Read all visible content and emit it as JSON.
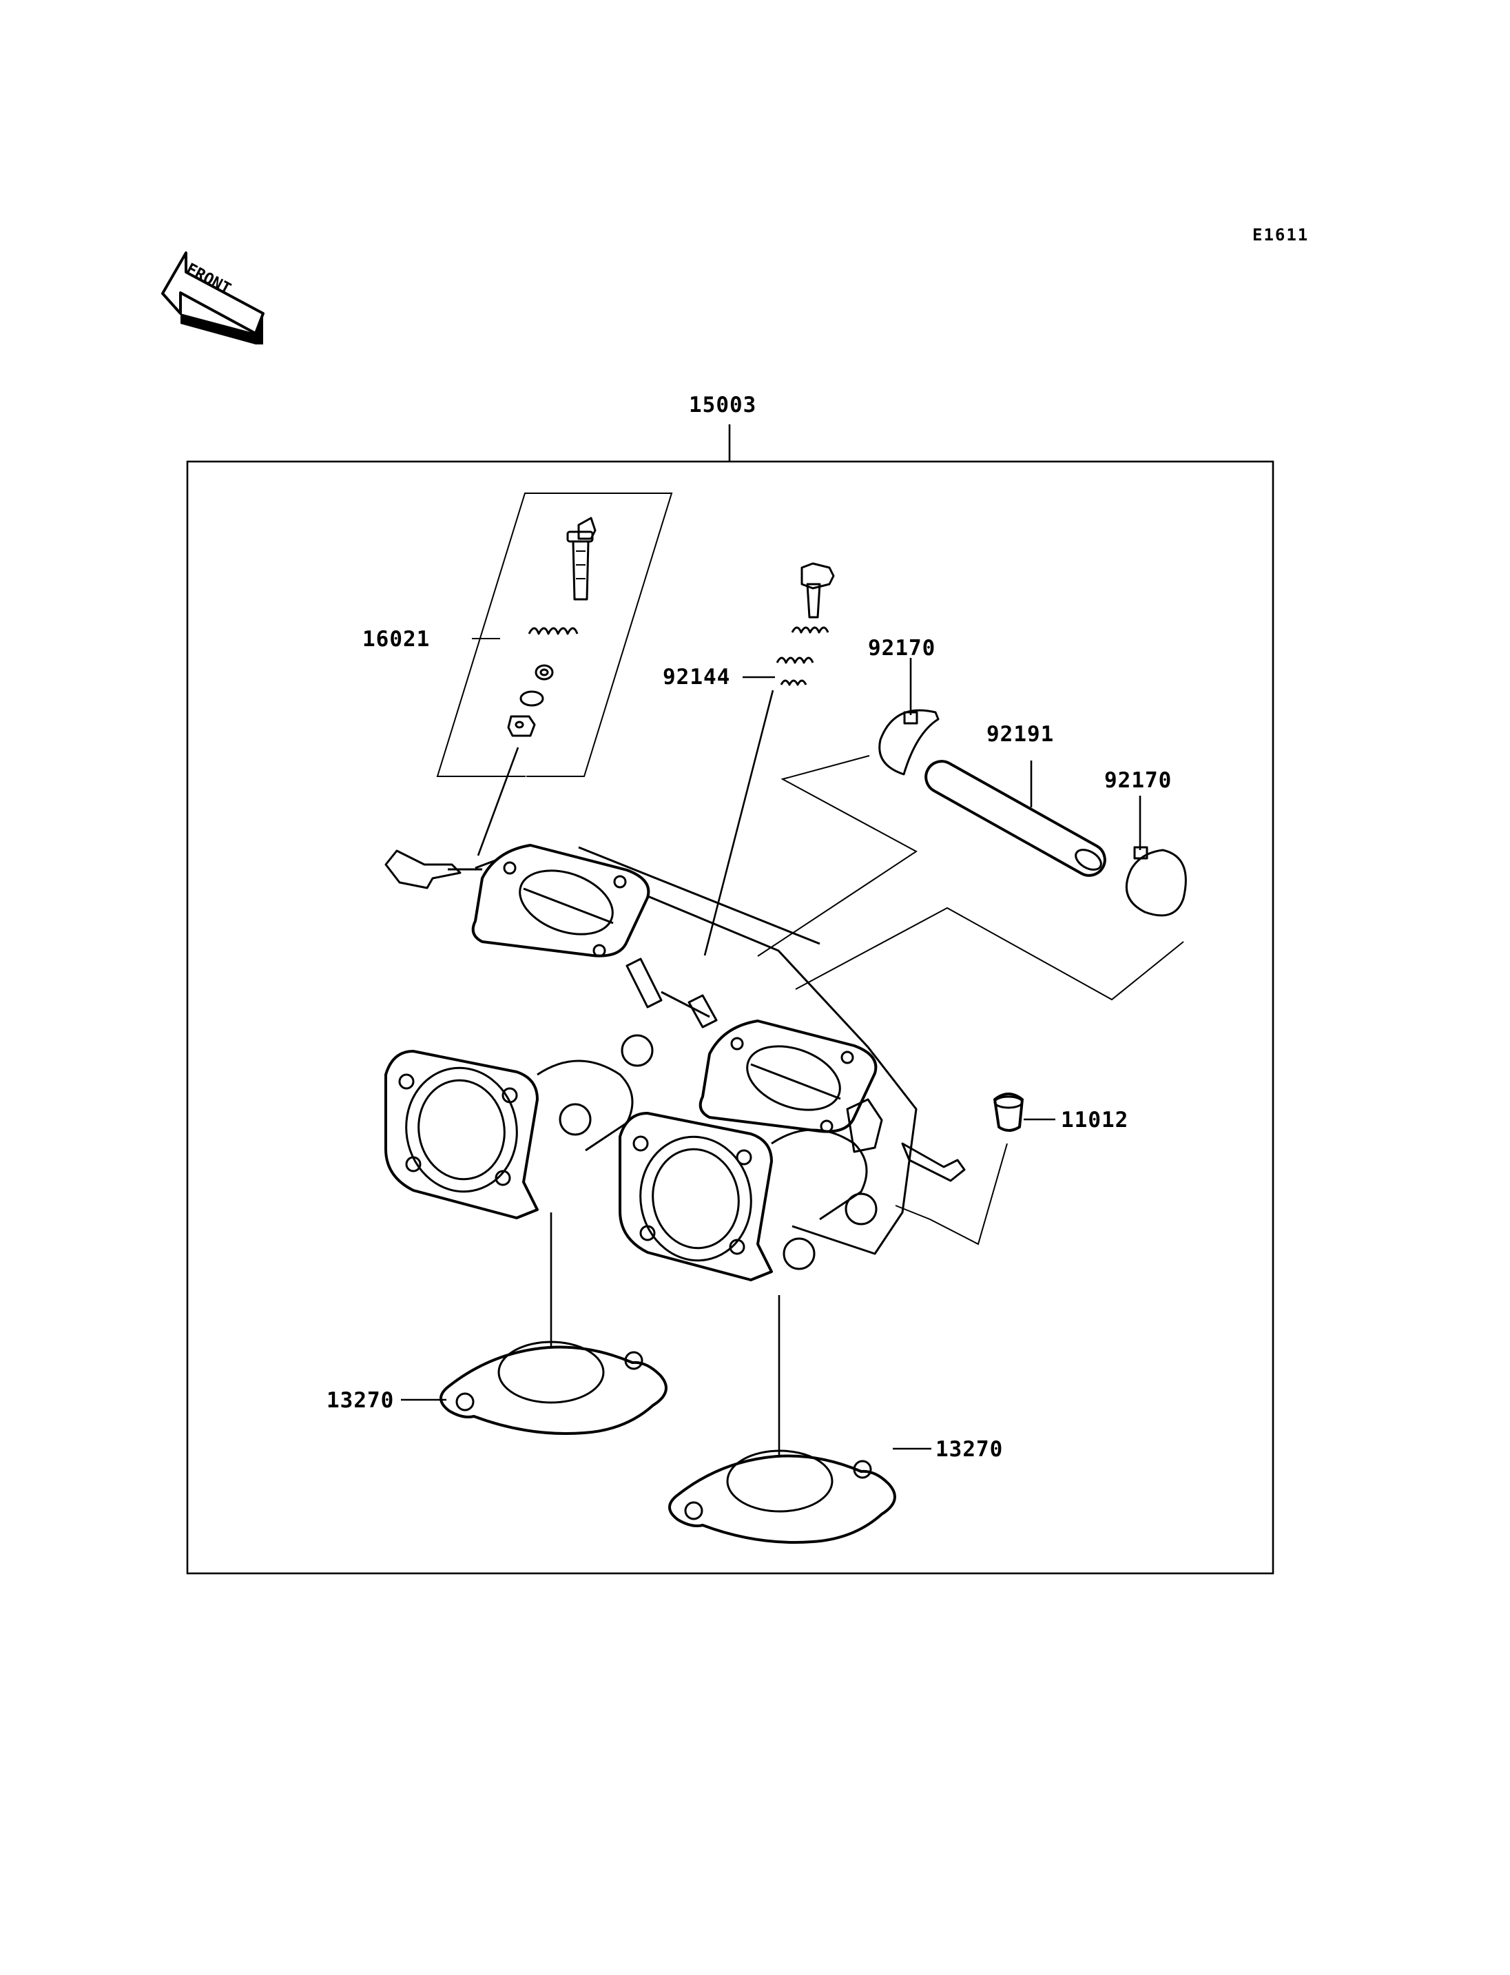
{
  "diagram": {
    "code": "E1611",
    "front_label": "FRONT",
    "parts": {
      "assembly": "15003",
      "screw_set": "16021",
      "spring": "92144",
      "clamp_upper": "92170",
      "hose": "92191",
      "clamp_right": "92170",
      "cap": "11012",
      "gasket_left": "13270",
      "gasket_right": "13270"
    }
  }
}
